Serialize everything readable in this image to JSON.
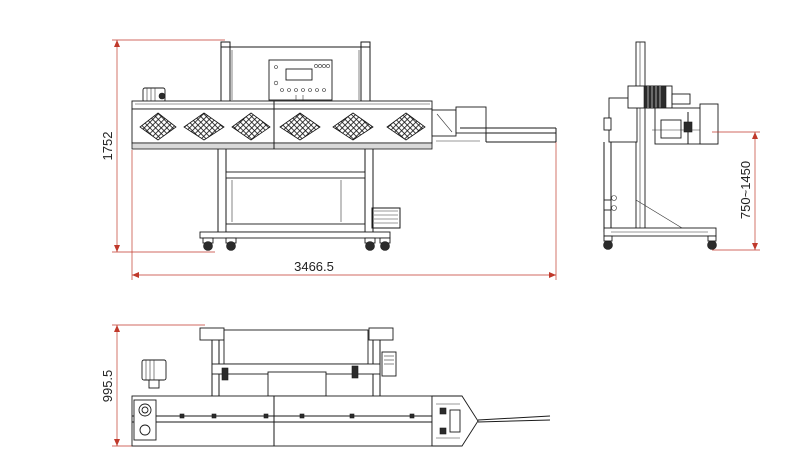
{
  "views": {
    "front": {
      "height_dimension": "1752",
      "length_dimension": "3466.5"
    },
    "side": {
      "height_range_dimension": "750~1450"
    },
    "top": {
      "width_dimension": "995.5"
    }
  },
  "colors": {
    "line": "#1a1a1a",
    "dimension_line": "#c0392b",
    "panel_fill": "#d9d9d9",
    "background": "#ffffff"
  },
  "icons": {
    "vent_grille": "diamond-grille-icon",
    "motor": "motor-icon",
    "wheel": "caster-wheel-icon"
  }
}
